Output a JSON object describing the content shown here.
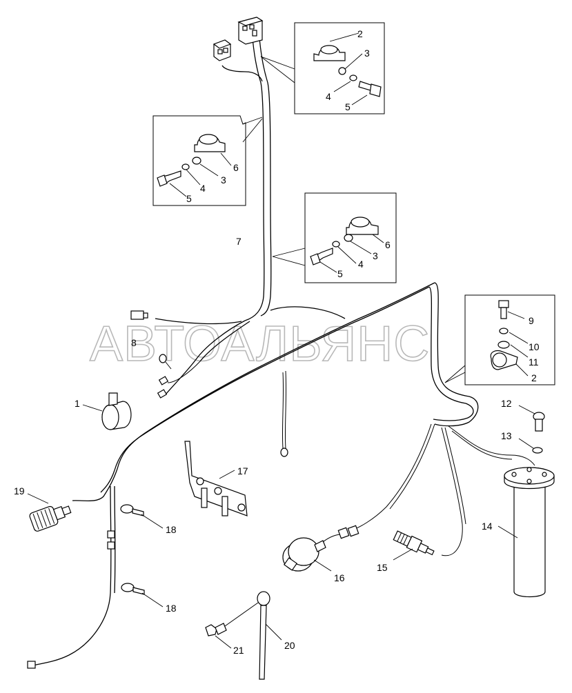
{
  "watermark": "АВТОАЛЬЯНС",
  "callouts": [
    {
      "id": "c-2a",
      "text": "2"
    },
    {
      "id": "c-3a",
      "text": "3"
    },
    {
      "id": "c-4a",
      "text": "4"
    },
    {
      "id": "c-5a",
      "text": "5"
    },
    {
      "id": "c-6b",
      "text": "6"
    },
    {
      "id": "c-3b",
      "text": "3"
    },
    {
      "id": "c-4b",
      "text": "4"
    },
    {
      "id": "c-5b",
      "text": "5"
    },
    {
      "id": "c-7",
      "text": "7"
    },
    {
      "id": "c-6c",
      "text": "6"
    },
    {
      "id": "c-4c",
      "text": "4"
    },
    {
      "id": "c-3c",
      "text": "3"
    },
    {
      "id": "c-5c",
      "text": "5"
    },
    {
      "id": "c-9",
      "text": "9"
    },
    {
      "id": "c-10",
      "text": "10"
    },
    {
      "id": "c-11",
      "text": "11"
    },
    {
      "id": "c-2d",
      "text": "2"
    },
    {
      "id": "c-8",
      "text": "8"
    },
    {
      "id": "c-1",
      "text": "1"
    },
    {
      "id": "c-12",
      "text": "12"
    },
    {
      "id": "c-13",
      "text": "13"
    },
    {
      "id": "c-14",
      "text": "14"
    },
    {
      "id": "c-17",
      "text": "17"
    },
    {
      "id": "c-19",
      "text": "19"
    },
    {
      "id": "c-18a",
      "text": "18"
    },
    {
      "id": "c-18b",
      "text": "18"
    },
    {
      "id": "c-16",
      "text": "16"
    },
    {
      "id": "c-15",
      "text": "15"
    },
    {
      "id": "c-20",
      "text": "20"
    },
    {
      "id": "c-21",
      "text": "21"
    }
  ]
}
